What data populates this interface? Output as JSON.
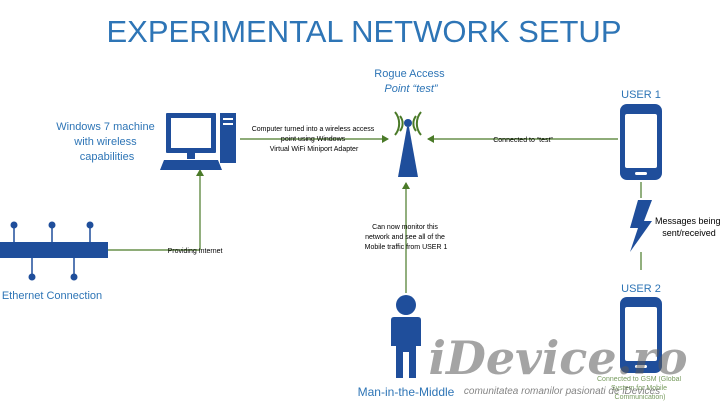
{
  "title": "EXPERIMENTAL NETWORK SETUP",
  "colors": {
    "title": "#2e75b6",
    "node_label": "#2e75b6",
    "device_blue": "#1f4e9b",
    "device_screen": "#ffffff",
    "connector_green": "#4a7a28",
    "label_text": "#000000",
    "watermark": "#5a5a5a",
    "bolt": "#1f4e9b"
  },
  "nodes": {
    "windows_machine": {
      "label_lines": [
        "Windows 7 machine",
        "with wireless",
        "capabilities"
      ],
      "icon": "desktop-computer-icon"
    },
    "access_point": {
      "label_lines": [
        "Rogue Access",
        "Point “test”"
      ],
      "icon": "wireless-antenna-icon"
    },
    "user1": {
      "label": "USER 1",
      "icon": "smartphone-icon"
    },
    "user2": {
      "label": "USER 2",
      "icon": "smartphone-icon"
    },
    "mitm": {
      "label": "Man-in-the-Middle",
      "icon": "person-icon"
    },
    "ethernet": {
      "label": "Ethernet Connection",
      "icon": "ethernet-bus-icon"
    }
  },
  "connections": {
    "pc_to_ap": [
      "Computer turned into a wireless access",
      "point using Windows",
      "Virtual WiFi Miniport Adapter"
    ],
    "user1_to_ap": [
      "Connected to “test”"
    ],
    "ethernet_to_pc": [
      "Providing Internet"
    ],
    "mitm_to_ap": [
      "Can now monitor this",
      "network and see all of the",
      "Mobile traffic from USER 1"
    ],
    "messages": [
      "Messages being",
      "sent/received"
    ],
    "gsm": [
      "Connected to GSM (Global",
      "System for Mobile",
      "Communication)"
    ]
  },
  "watermark": {
    "brand": "iDevice.ro",
    "tagline": "comunitatea romanilor pasionati de iDevices"
  }
}
